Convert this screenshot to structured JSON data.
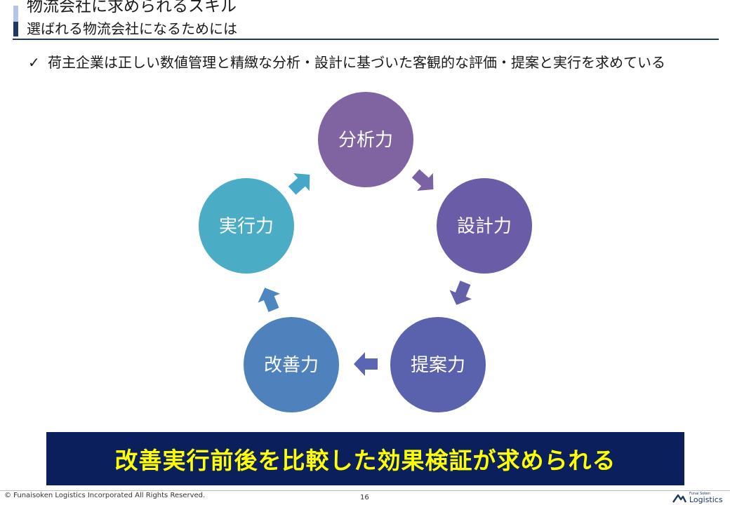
{
  "header": {
    "title": "物流会社に求められるスキル",
    "subtitle": "選ばれる物流会社になるためには"
  },
  "bullet": {
    "check": "✓",
    "text": "荷主企業は正しい数値管理と精緻な分析・設計に基づいた客観的な評価・提案と実行を求めている"
  },
  "cycle": {
    "nodes": [
      {
        "label": "分析力",
        "color": "#8064a2"
      },
      {
        "label": "設計力",
        "color": "#6a5ca6"
      },
      {
        "label": "提案力",
        "color": "#5a62ae"
      },
      {
        "label": "改善力",
        "color": "#4f81bd"
      },
      {
        "label": "実行力",
        "color": "#4bacc6"
      }
    ]
  },
  "banner": {
    "text": "改善実行前後を比較した効果検証が求められる"
  },
  "footer": {
    "copyright": "© Funaisoken Logistics Incorporated All Rights Reserved.",
    "page": "16",
    "logo_small": "Funai Soken",
    "logo_big": "Logistics"
  }
}
